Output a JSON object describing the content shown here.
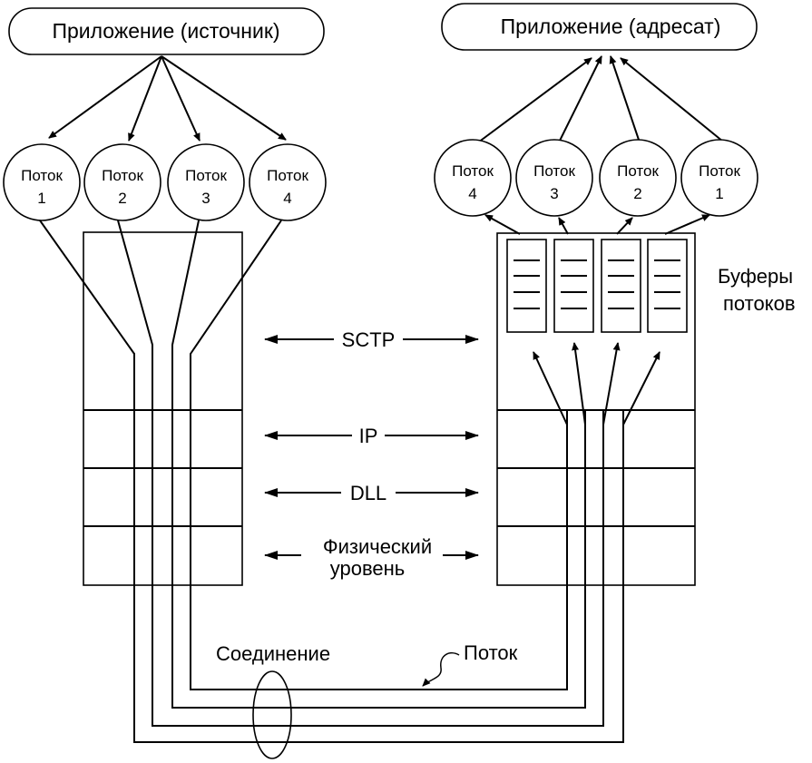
{
  "app_source": "Приложение (источник)",
  "app_dest": "Приложение (адресат)",
  "stream_word": "Поток",
  "source_streams": [
    "1",
    "2",
    "3",
    "4"
  ],
  "dest_streams": [
    "4",
    "3",
    "2",
    "1"
  ],
  "buffers_label": [
    "Буферы",
    "потоков"
  ],
  "layers": {
    "sctp": "SCTP",
    "ip": "IP",
    "dll": "DLL",
    "physical": [
      "Физический",
      "уровень"
    ]
  },
  "connection_label": "Соединение",
  "stream_label": "Поток",
  "colors": {
    "line": "#000000",
    "background": "#ffffff"
  }
}
